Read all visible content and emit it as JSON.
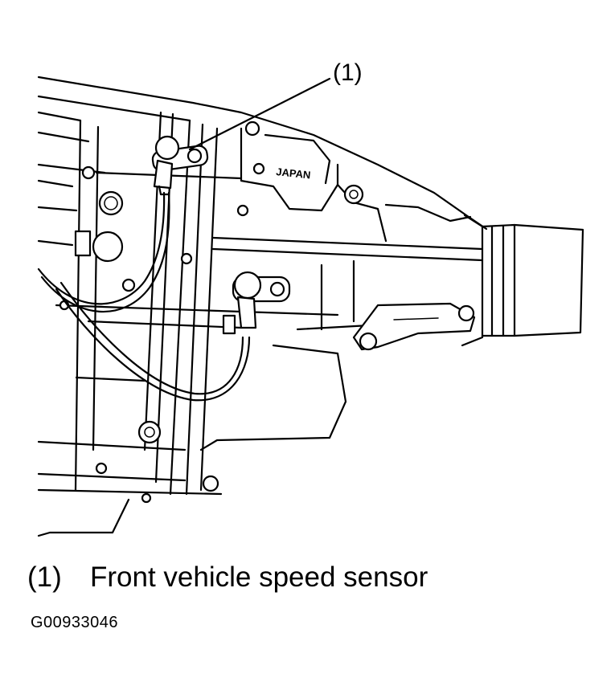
{
  "callout": {
    "label": "(1)"
  },
  "housing_marking": "JAPAN",
  "caption": {
    "number": "(1)",
    "text": "Front vehicle speed sensor"
  },
  "figure_id": "G00933046"
}
